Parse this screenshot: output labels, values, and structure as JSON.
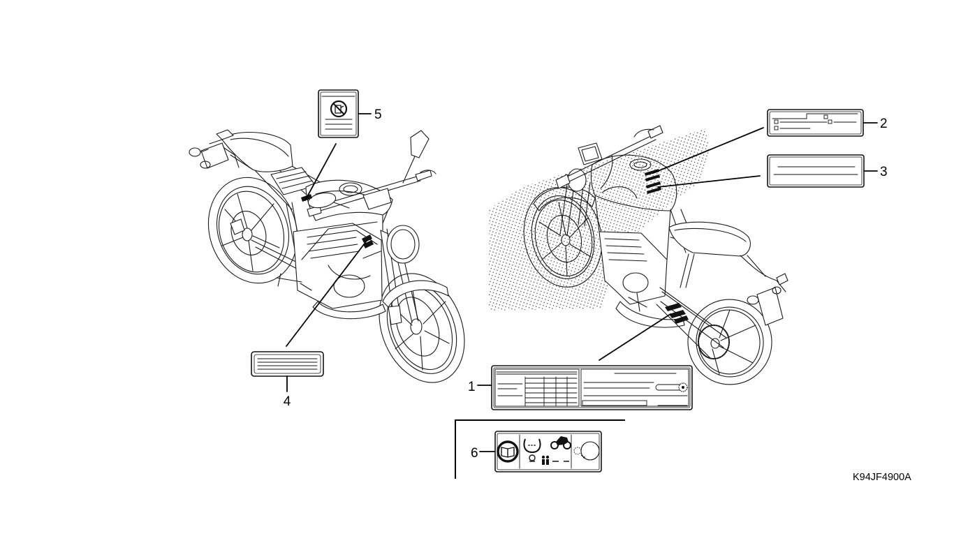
{
  "diagram": {
    "callouts": [
      "1",
      "2",
      "3",
      "4",
      "5",
      "6"
    ],
    "part_code": "K94JF4900A"
  }
}
